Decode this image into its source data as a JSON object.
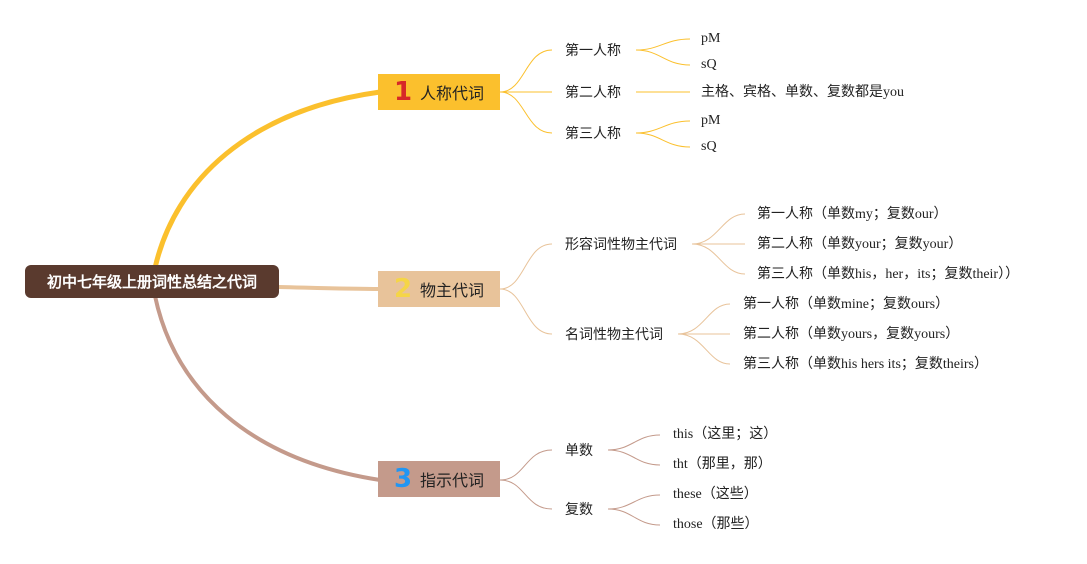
{
  "root": {
    "title": "初中七年级上册词性总结之代词"
  },
  "branches": [
    {
      "number": "1",
      "label": "人称代词",
      "color": "#fbc02d",
      "children": [
        {
          "label": "第一人称",
          "leaves": [
            "pM",
            "sQ"
          ]
        },
        {
          "label": "第二人称",
          "leaves": [
            "主格、宾格、单数、复数都是you"
          ]
        },
        {
          "label": "第三人称",
          "leaves": [
            "pM",
            "sQ"
          ]
        }
      ]
    },
    {
      "number": "2",
      "label": "物主代词",
      "color": "#e8c39a",
      "children": [
        {
          "label": "形容词性物主代词",
          "leaves": [
            "第一人称（单数my；复数our）",
            "第二人称（单数your；复数your）",
            "第三人称（单数his，her，its；复数their））"
          ]
        },
        {
          "label": "名词性物主代词",
          "leaves": [
            "第一人称（单数mine；复数ours）",
            "第二人称（单数yours，复数yours）",
            "第三人称（单数his hers its；复数theirs）"
          ]
        }
      ]
    },
    {
      "number": "3",
      "label": "指示代词",
      "color": "#c49a8b",
      "children": [
        {
          "label": "单数",
          "leaves": [
            "this（这里；这）",
            "tht（那里，那）"
          ]
        },
        {
          "label": "复数",
          "leaves": [
            "these（这些）",
            "those（那些）"
          ]
        }
      ]
    }
  ]
}
